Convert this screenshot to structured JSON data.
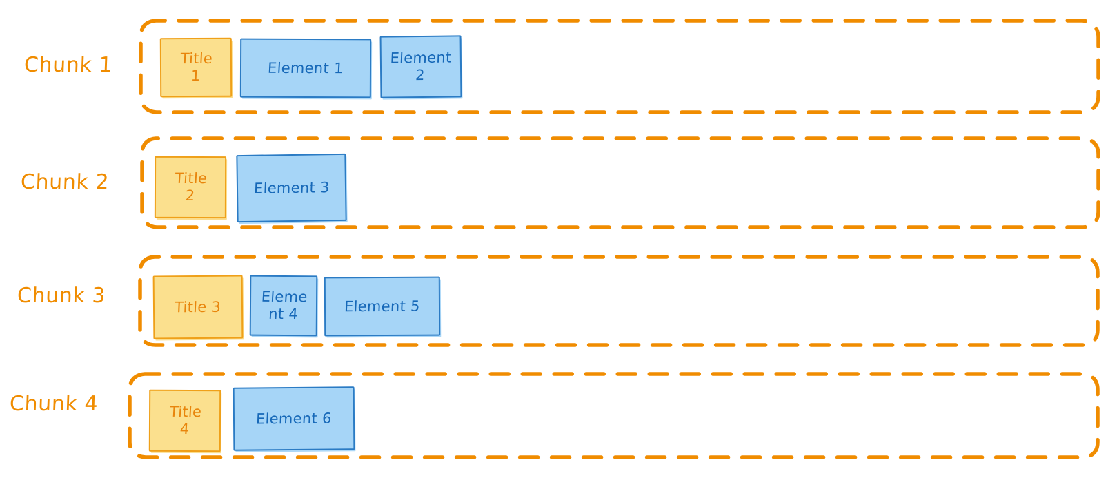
{
  "page": {
    "title": "Chunk layout diagram",
    "background_color": "#ffffff",
    "style": "hand-drawn whiteboard sketch"
  },
  "palette": {
    "chunk_border": "#F08C00",
    "chunk_label_text": "#F08C00",
    "title_fill": "#FBE08E",
    "title_border": "#EFA019",
    "title_text": "#E8850C",
    "element_fill": "#A6D5F7",
    "element_border": "#2B7BC4",
    "element_text": "#1668B8"
  },
  "chunks": [
    {
      "label": "Chunk 1",
      "title": "Title\n1",
      "title_line1": "Title",
      "title_line2": "1",
      "elements": [
        {
          "label": "Element 1"
        },
        {
          "label": "Element\n2",
          "line1": "Element",
          "line2": "2"
        }
      ]
    },
    {
      "label": "Chunk 2",
      "title": "Title\n2",
      "title_line1": "Title",
      "title_line2": "2",
      "elements": [
        {
          "label": "Element 3"
        }
      ]
    },
    {
      "label": "Chunk 3",
      "title": "Title 3",
      "title_line1": "Title 3",
      "title_line2": "",
      "elements": [
        {
          "label": "Eleme\nnt 4",
          "line1": "Eleme",
          "line2": "nt 4"
        },
        {
          "label": "Element 5"
        }
      ]
    },
    {
      "label": "Chunk 4",
      "title": "Title\n4",
      "title_line1": "Title",
      "title_line2": "4",
      "elements": [
        {
          "label": "Element 6"
        }
      ]
    }
  ]
}
